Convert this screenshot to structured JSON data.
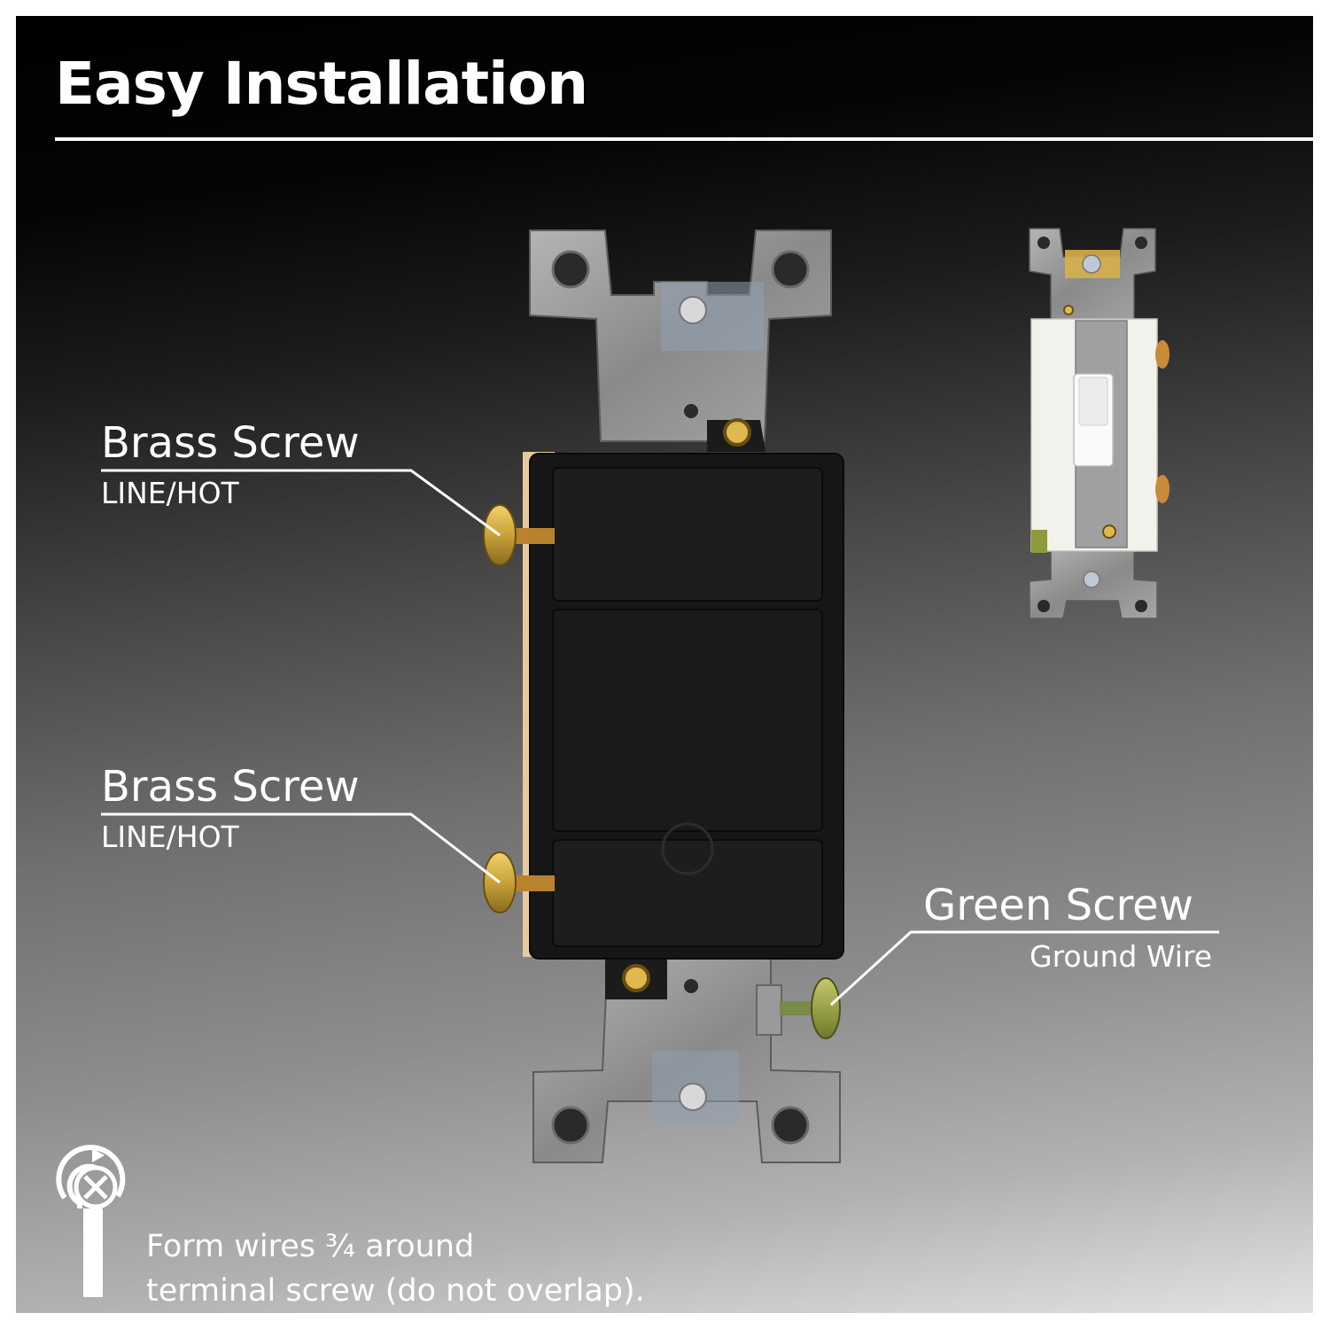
{
  "title": "Easy Installation",
  "callouts": [
    {
      "label": "Brass Screw",
      "sub": "LINE/HOT"
    },
    {
      "label": "Brass Screw",
      "sub": "LINE/HOT"
    },
    {
      "label": "Green Screw",
      "sub": "Ground Wire"
    }
  ],
  "tip": {
    "line1": "Form wires ¾ around",
    "line2": "terminal screw (do not overlap)."
  },
  "colors": {
    "brass": "#c9a23a",
    "green_screw": "#8f9a3a",
    "switch_body": "#161616",
    "metal": "#9a9a9a"
  },
  "icons": [
    "wire-wrap-icon"
  ]
}
